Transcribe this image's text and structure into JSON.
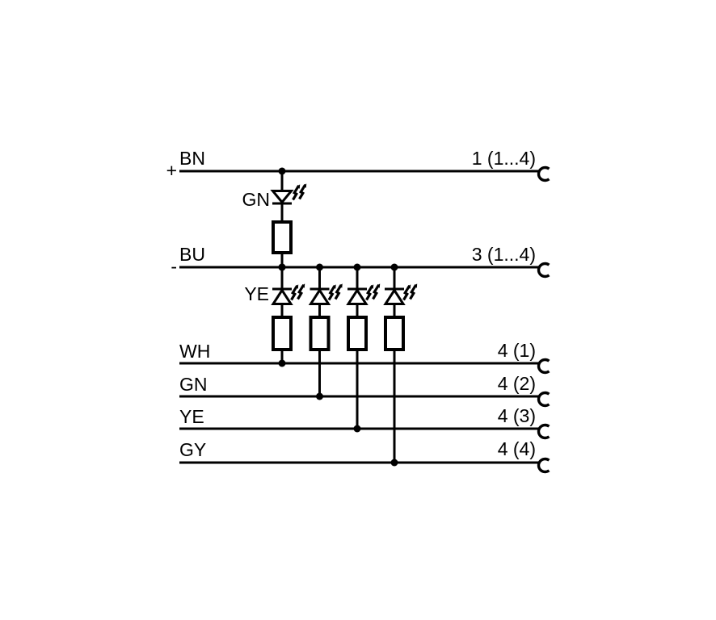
{
  "colors": {
    "ink": "#000000",
    "background": "#ffffff"
  },
  "diagram": {
    "supply": [
      {
        "wire": "BN",
        "polarity": "+",
        "pin": "1 (1...4)"
      },
      {
        "wire": "BU",
        "polarity": "-",
        "pin": "3 (1...4)"
      }
    ],
    "outputs": [
      {
        "wire": "WH",
        "pin": "4 (1)"
      },
      {
        "wire": "GN",
        "pin": "4 (2)"
      },
      {
        "wire": "YE",
        "pin": "4 (3)"
      },
      {
        "wire": "GY",
        "pin": "4 (4)"
      }
    ],
    "leds": {
      "power_label": "GN",
      "output_label": "YE"
    }
  }
}
